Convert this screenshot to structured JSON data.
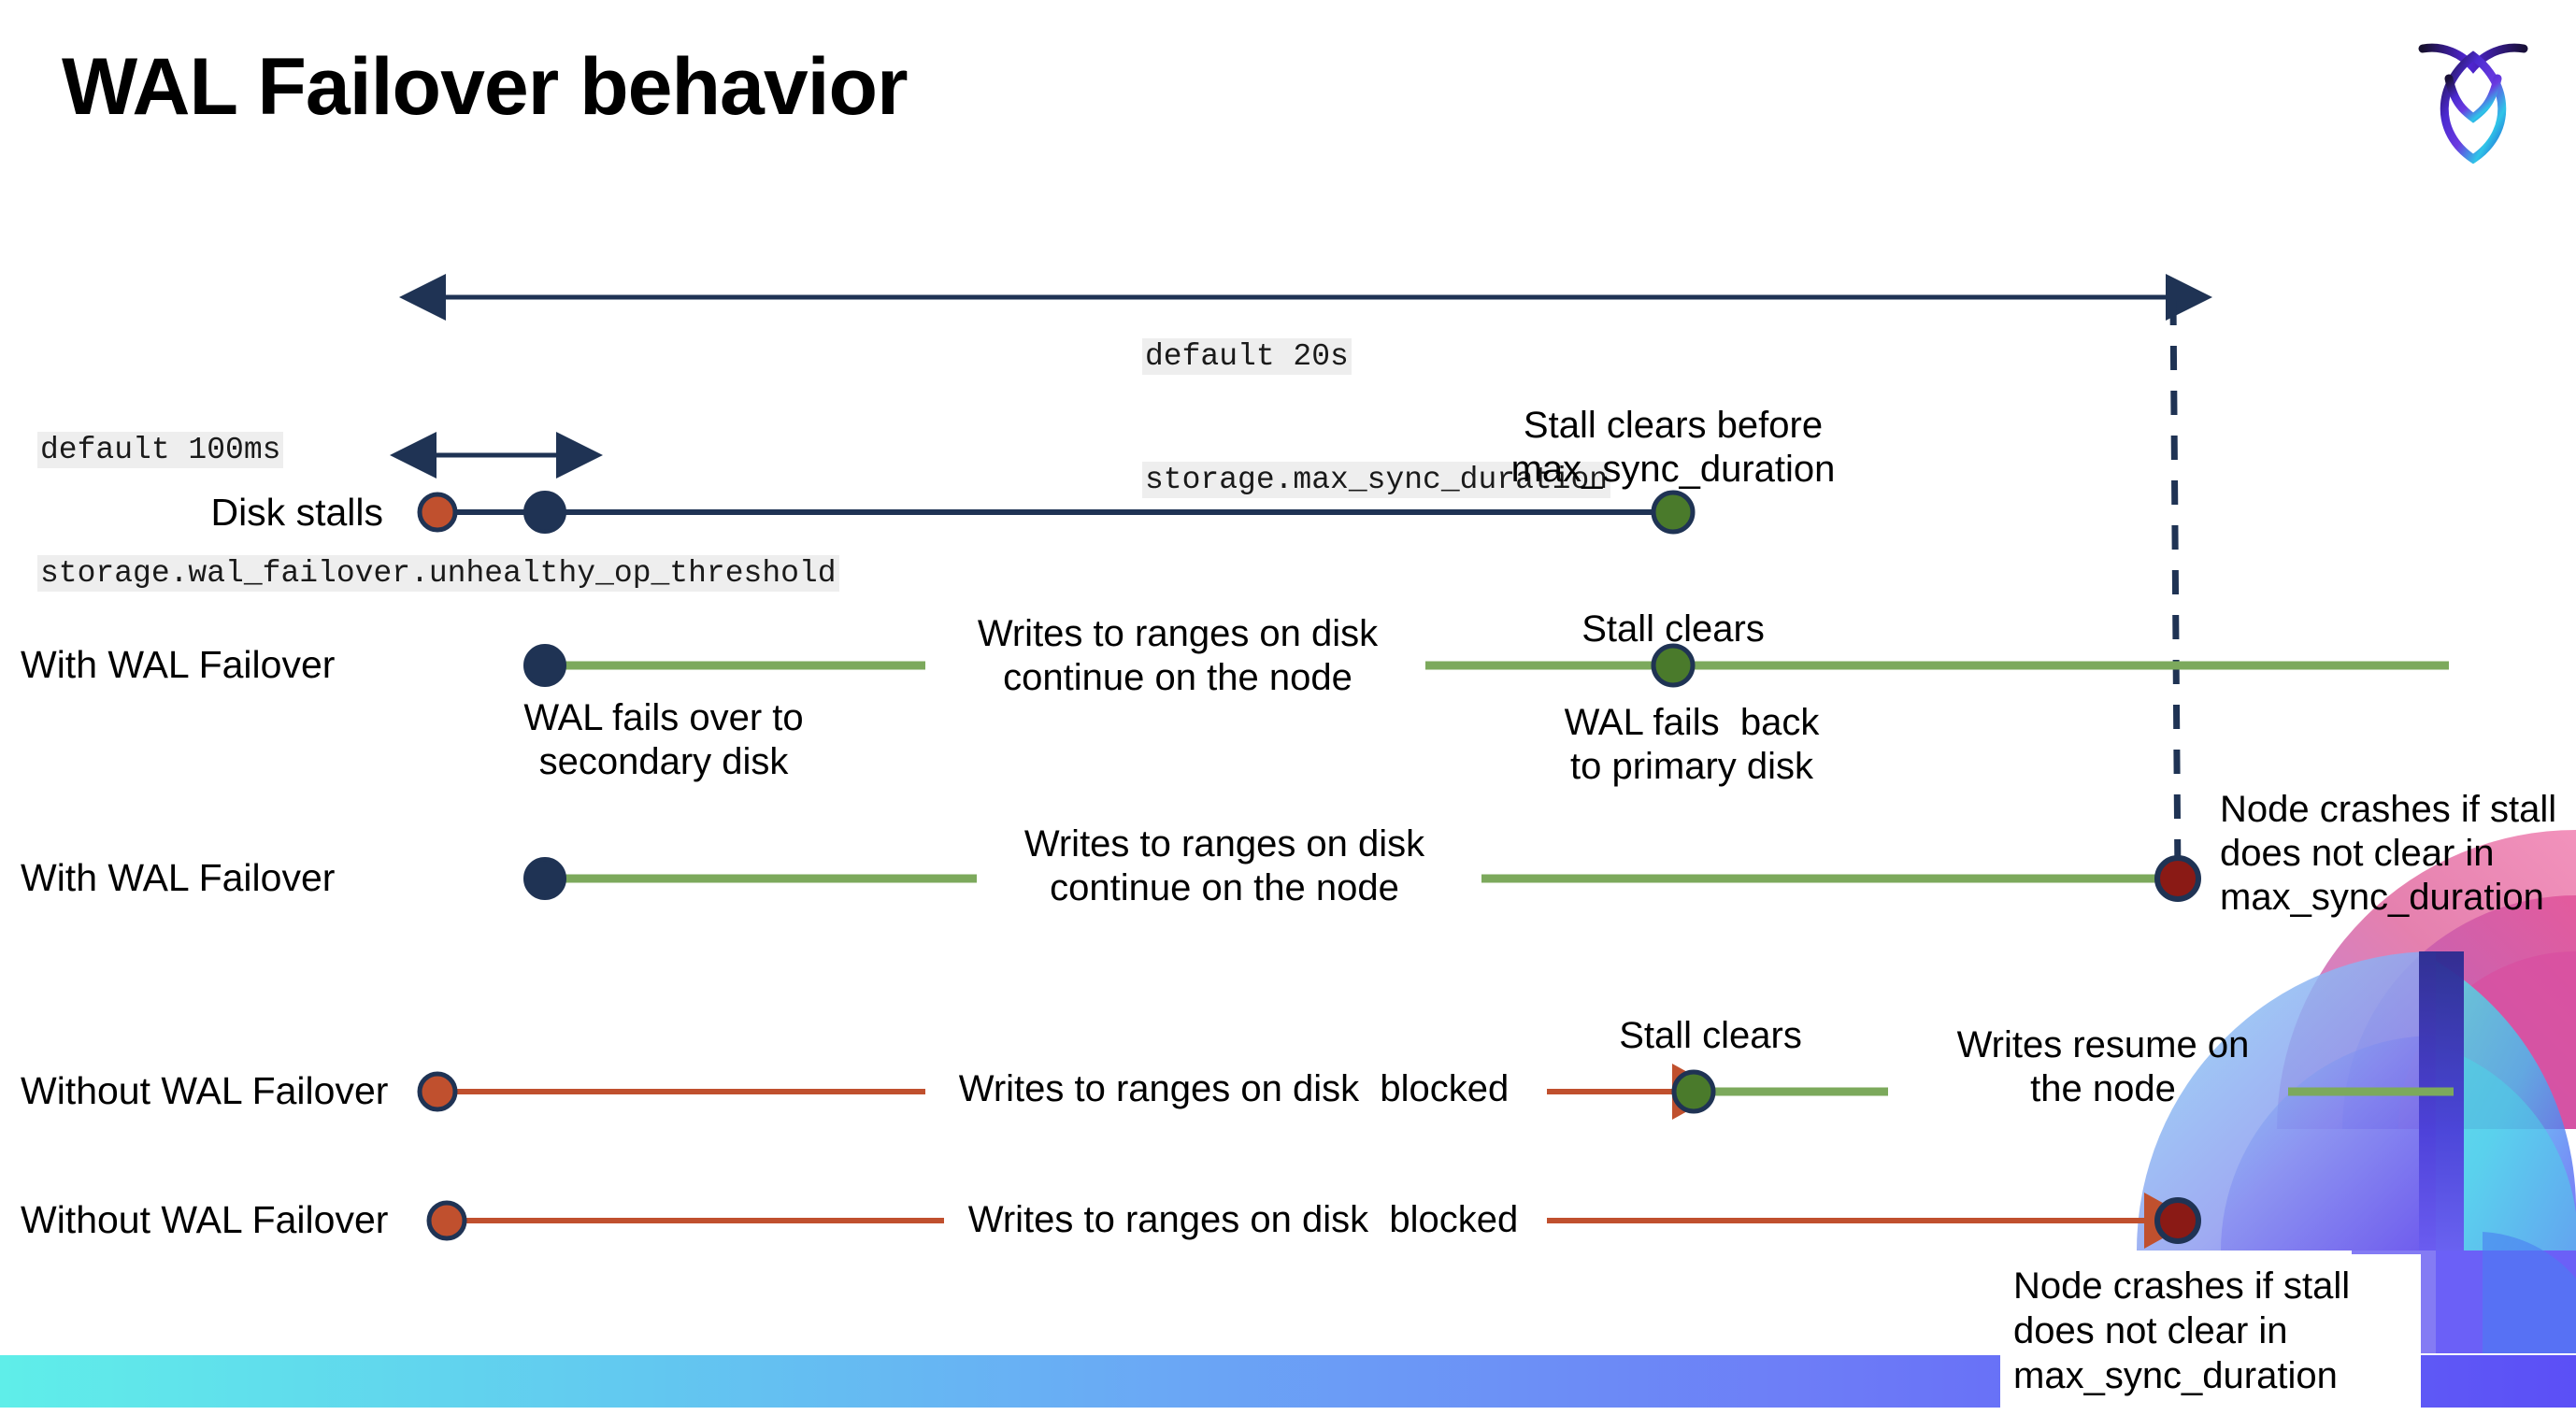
{
  "slide": {
    "title": "WAL Failover behavior",
    "logo_name": "cockroachdb-logo"
  },
  "annotations": {
    "max_sync": {
      "line1": "default 20s",
      "line2": "storage.max_sync_duration"
    },
    "unhealthy": {
      "line1": "default 100ms",
      "line2": "storage.wal_failover.unhealthy_op_threshold"
    }
  },
  "rows": [
    {
      "label": "Disk stalls",
      "notes": [
        "Stall clears before\nmax_sync_duration"
      ]
    },
    {
      "label": "With WAL Failover",
      "notes": [
        "Writes to ranges on disk\ncontinue on the node",
        "Stall clears",
        "WAL fails over to\nsecondary disk",
        "WAL fails  back\nto primary disk"
      ]
    },
    {
      "label": "With WAL Failover",
      "notes": [
        "Writes to ranges on disk\ncontinue on the node",
        "Node crashes if stall\ndoes not clear in\nmax_sync_duration"
      ]
    },
    {
      "label": "Without WAL Failover",
      "notes": [
        "Writes to ranges on disk  blocked",
        "Stall clears",
        "Writes resume on\nthe node"
      ]
    },
    {
      "label": "Without WAL Failover",
      "notes": [
        "Writes to ranges on disk  blocked",
        "Node crashes if stall\ndoes not clear in\nmax_sync_duration"
      ]
    }
  ],
  "colors": {
    "navy": "#1F3354",
    "green_line": "#7CA95C",
    "green_dot": "#4A7A2B",
    "orange": "#C0502E",
    "dark_red": "#8A1A15",
    "code_bg": "#eeeeee",
    "bar_start": "#5FEEE9",
    "bar_end": "#5b4ff6"
  }
}
